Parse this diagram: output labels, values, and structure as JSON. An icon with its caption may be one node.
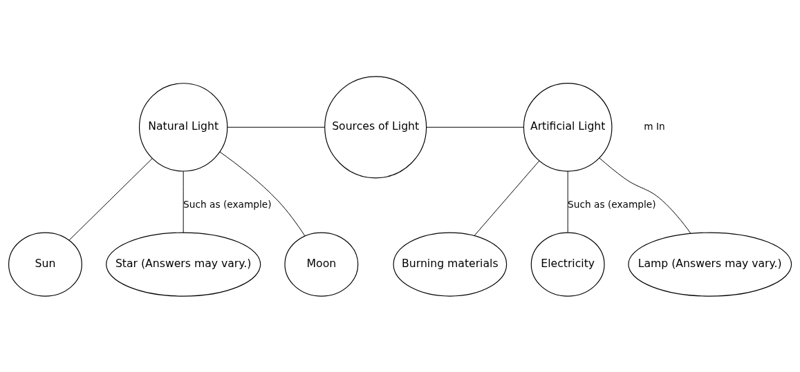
{
  "diagram": {
    "nodes": [
      {
        "text": [
          "Natural Light"
        ]
      },
      {
        "text": [
          "Sources of Light"
        ]
      },
      {
        "text": [
          "Artificial Light"
        ]
      },
      {
        "text": [
          "Sun"
        ]
      },
      {
        "text": [
          "Star (Answers may vary.)"
        ]
      },
      {
        "text": [
          "Moon"
        ]
      },
      {
        "text": [
          "Burning materials"
        ]
      },
      {
        "text": [
          "Electricity"
        ]
      },
      {
        "text": [
          "Lamp (Answers may vary.)"
        ]
      }
    ],
    "edges": [
      {
        "from": 0,
        "to": 1,
        "arrow": "none"
      },
      {
        "from": 1,
        "to": 2,
        "arrow": "none"
      },
      {
        "from": 0,
        "to": 3,
        "arrow": "none"
      },
      {
        "from": 0,
        "to": 4,
        "arrow": "none",
        "label": "Such as (example)"
      },
      {
        "from": 0,
        "to": 5,
        "arrow": "none"
      },
      {
        "from": 2,
        "to": 6,
        "arrow": "none"
      },
      {
        "from": 2,
        "to": 7,
        "arrow": "none",
        "label": "Such as (example)"
      },
      {
        "from": 2,
        "to": 8,
        "arrow": "none"
      }
    ],
    "labels": [
      "m In"
    ]
  }
}
